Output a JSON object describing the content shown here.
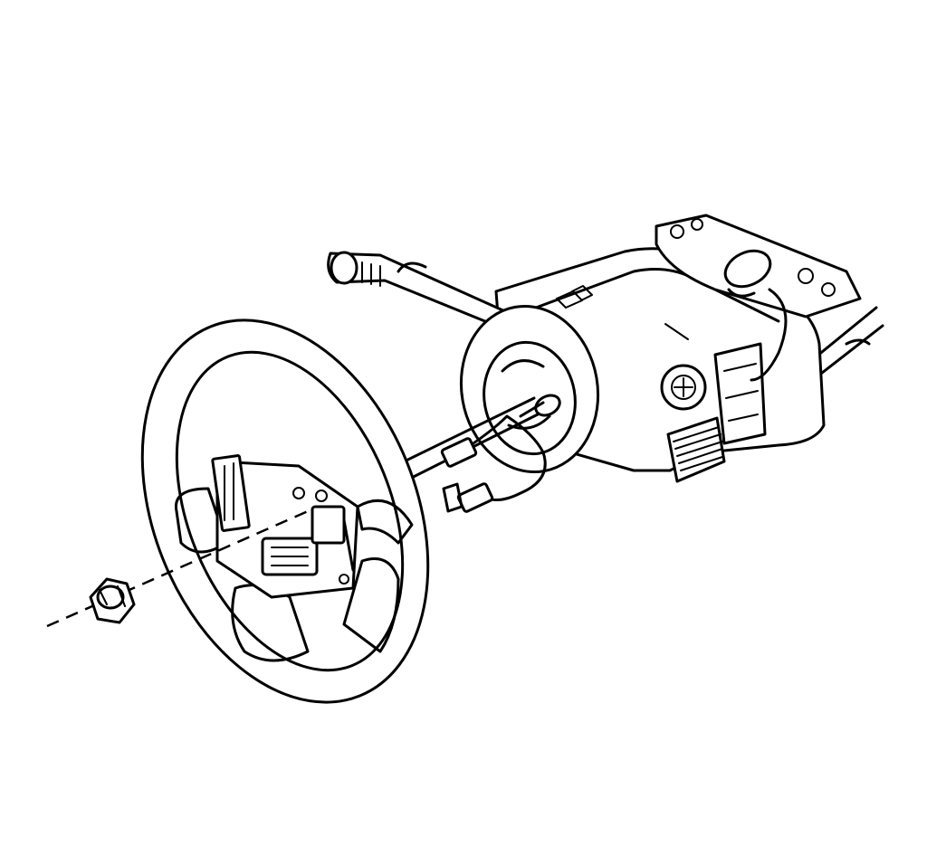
{
  "figure": {
    "kind": "exploded line illustration",
    "parts": [
      {
        "id": "retaining-nut",
        "icon": "hex-nut-icon"
      },
      {
        "id": "steering-wheel",
        "icon": "steering-wheel-icon"
      },
      {
        "id": "steering-shaft",
        "icon": "shaft-icon"
      },
      {
        "id": "steering-column",
        "icon": "column-housing-icon"
      },
      {
        "id": "wiring-harness",
        "icon": "connector-icon"
      }
    ],
    "colors": {
      "line": "#000000",
      "background": "#ffffff"
    }
  }
}
